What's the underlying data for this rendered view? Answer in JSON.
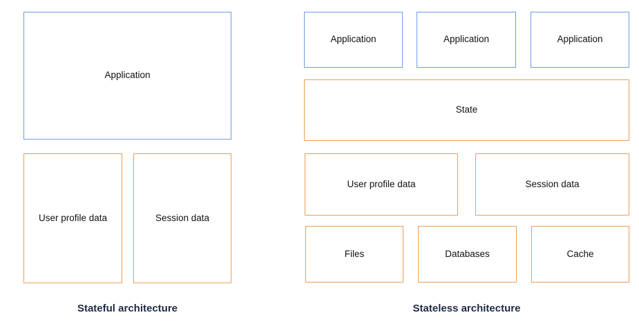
{
  "colors": {
    "blue_border": "#6c9ce6",
    "orange_border": "#ed9d57",
    "title_text": "#1f2a44",
    "box_text": "#111111",
    "background": "#ffffff"
  },
  "stateful": {
    "title": "Stateful architecture",
    "application": "Application",
    "user_profile": "User profile data",
    "session": "Session data"
  },
  "stateless": {
    "title": "Stateless architecture",
    "applications": [
      "Application",
      "Application",
      "Application"
    ],
    "state": "State",
    "user_profile": "User profile data",
    "session": "Session data",
    "files": "Files",
    "databases": "Databases",
    "cache": "Cache"
  }
}
